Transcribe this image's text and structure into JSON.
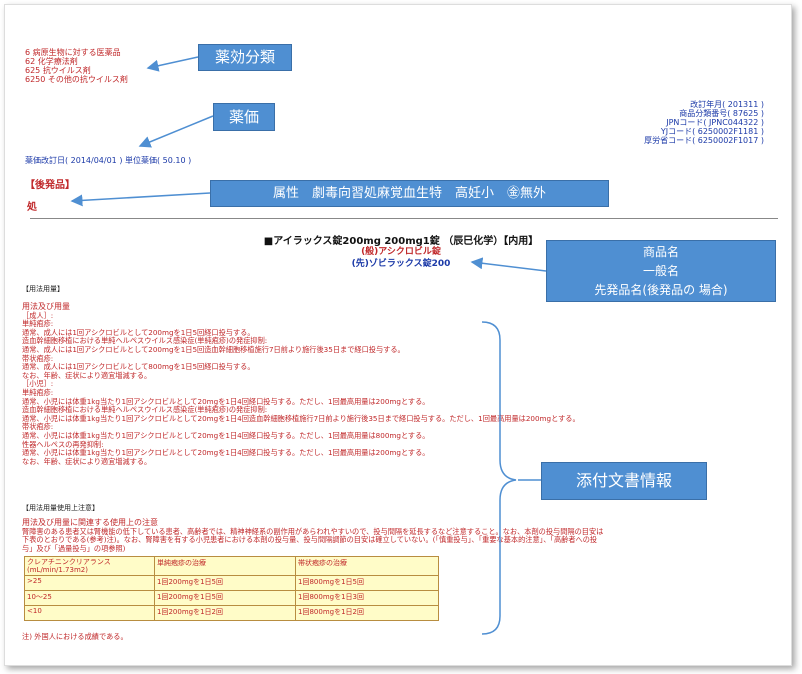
{
  "classification": {
    "lines": [
      "6 病原生物に対する医薬品",
      "62 化学療法剤",
      "625 抗ウイルス剤",
      "6250 その他の抗ウイルス剤"
    ]
  },
  "codes": {
    "lines": [
      "改訂年月( 201311 )",
      "商品分類番号( 87625 )",
      "JPNコード( JPNC044322 )",
      "YJコード( 6250002F1181 )",
      "厚労省コード( 6250002F1017 )"
    ]
  },
  "price": {
    "text": "薬価改訂日( 2014/04/01 ) 単位薬価( 50.10 )"
  },
  "generic_label": "【後発品】",
  "attribute_mark": "処",
  "product": {
    "title": "■アイラックス錠200mg 200mg1錠 （辰巳化学）【内用】",
    "generic_name": "(般)アシクロビル錠",
    "original_name": "(先)ゾビラックス錠200"
  },
  "callouts": {
    "efficacy": "薬効分類",
    "price": "薬価",
    "attributes": "属性　劇毒向習処麻覚血生特　高妊小　㊎無外",
    "names": [
      "商品名",
      "一般名",
      "先発品名(後発品の 場合)"
    ],
    "package_insert": "添付文書情報"
  },
  "usage": {
    "section_label": "【用法用量】",
    "lines": [
      "用法及び用量",
      "［成人］:",
      "単純疱疹:",
      "通常、成人には1回アシクロビルとして200mgを1日5回経口投与する。",
      "造血幹細胞移植における単純ヘルペスウイルス感染症(単純疱疹)の発症抑制:",
      "通常、成人には1回アシクロビルとして200mgを1日5回造血幹細胞移植施行7日前より施行後35日まで経口投与する。",
      "帯状疱疹:",
      "通常、成人には1回アシクロビルとして800mgを1日5回経口投与する。",
      "なお、年齢、症状により適宜増減する。",
      "［小児］:",
      "単純疱疹:",
      "通常、小児には体重1kg当たり1回アシクロビルとして20mgを1日4回経口投与する。ただし、1回最高用量は200mgとする。",
      "造血幹細胞移植における単純ヘルペスウイルス感染症(単純疱疹)の発症抑制:",
      "通常、小児には体重1kg当たり1回アシクロビルとして20mgを1日4回造血幹細胞移植施行7日前より施行後35日まで経口投与する。ただし、1回最高用量は200mgとする。",
      "帯状疱疹:",
      "通常、小児には体重1kg当たり1回アシクロビルとして20mgを1日4回経口投与する。ただし、1回最高用量は800mgとする。",
      "性器ヘルペスの再発抑制:",
      "通常、小児には体重1kg当たり1回アシクロビルとして20mgを1日4回経口投与する。ただし、1回最高用量は200mgとする。",
      "なお、年齢、症状により適宜増減する。"
    ]
  },
  "precautions": {
    "section_label": "【用法用量使用上注意】",
    "lines": [
      "用法及び用量に関連する使用上の注意",
      "腎障害のある患者又は腎機能の低下している患者、高齢者では、精神神経系の副作用があらわれやすいので、投与間隔を延長するなど注意すること。なお、本剤の投与間隔の目安は",
      "下表のとおりである(参考)注)。なお、腎障害を有する小児患者における本剤の投与量、投与間隔調節の目安は確立していない。(「慎重投与」、「重要な基本的注意」、「高齢者への投",
      "与」及び「過量投与」の項参照)"
    ],
    "table": {
      "headers": [
        "クレアチニンクリアランス\n(mL/min/1.73m2)",
        "単純疱疹の治療",
        "帯状疱疹の治療"
      ],
      "rows": [
        [
          ">25",
          "1回200mgを1日5回",
          "1回800mgを1日5回"
        ],
        [
          "10〜25",
          "1回200mgを1日5回",
          "1回800mgを1日3回"
        ],
        [
          "<10",
          "1回200mgを1日2回",
          "1回800mgを1日2回"
        ]
      ]
    },
    "footnote": "注) 外国人における成績である。"
  }
}
